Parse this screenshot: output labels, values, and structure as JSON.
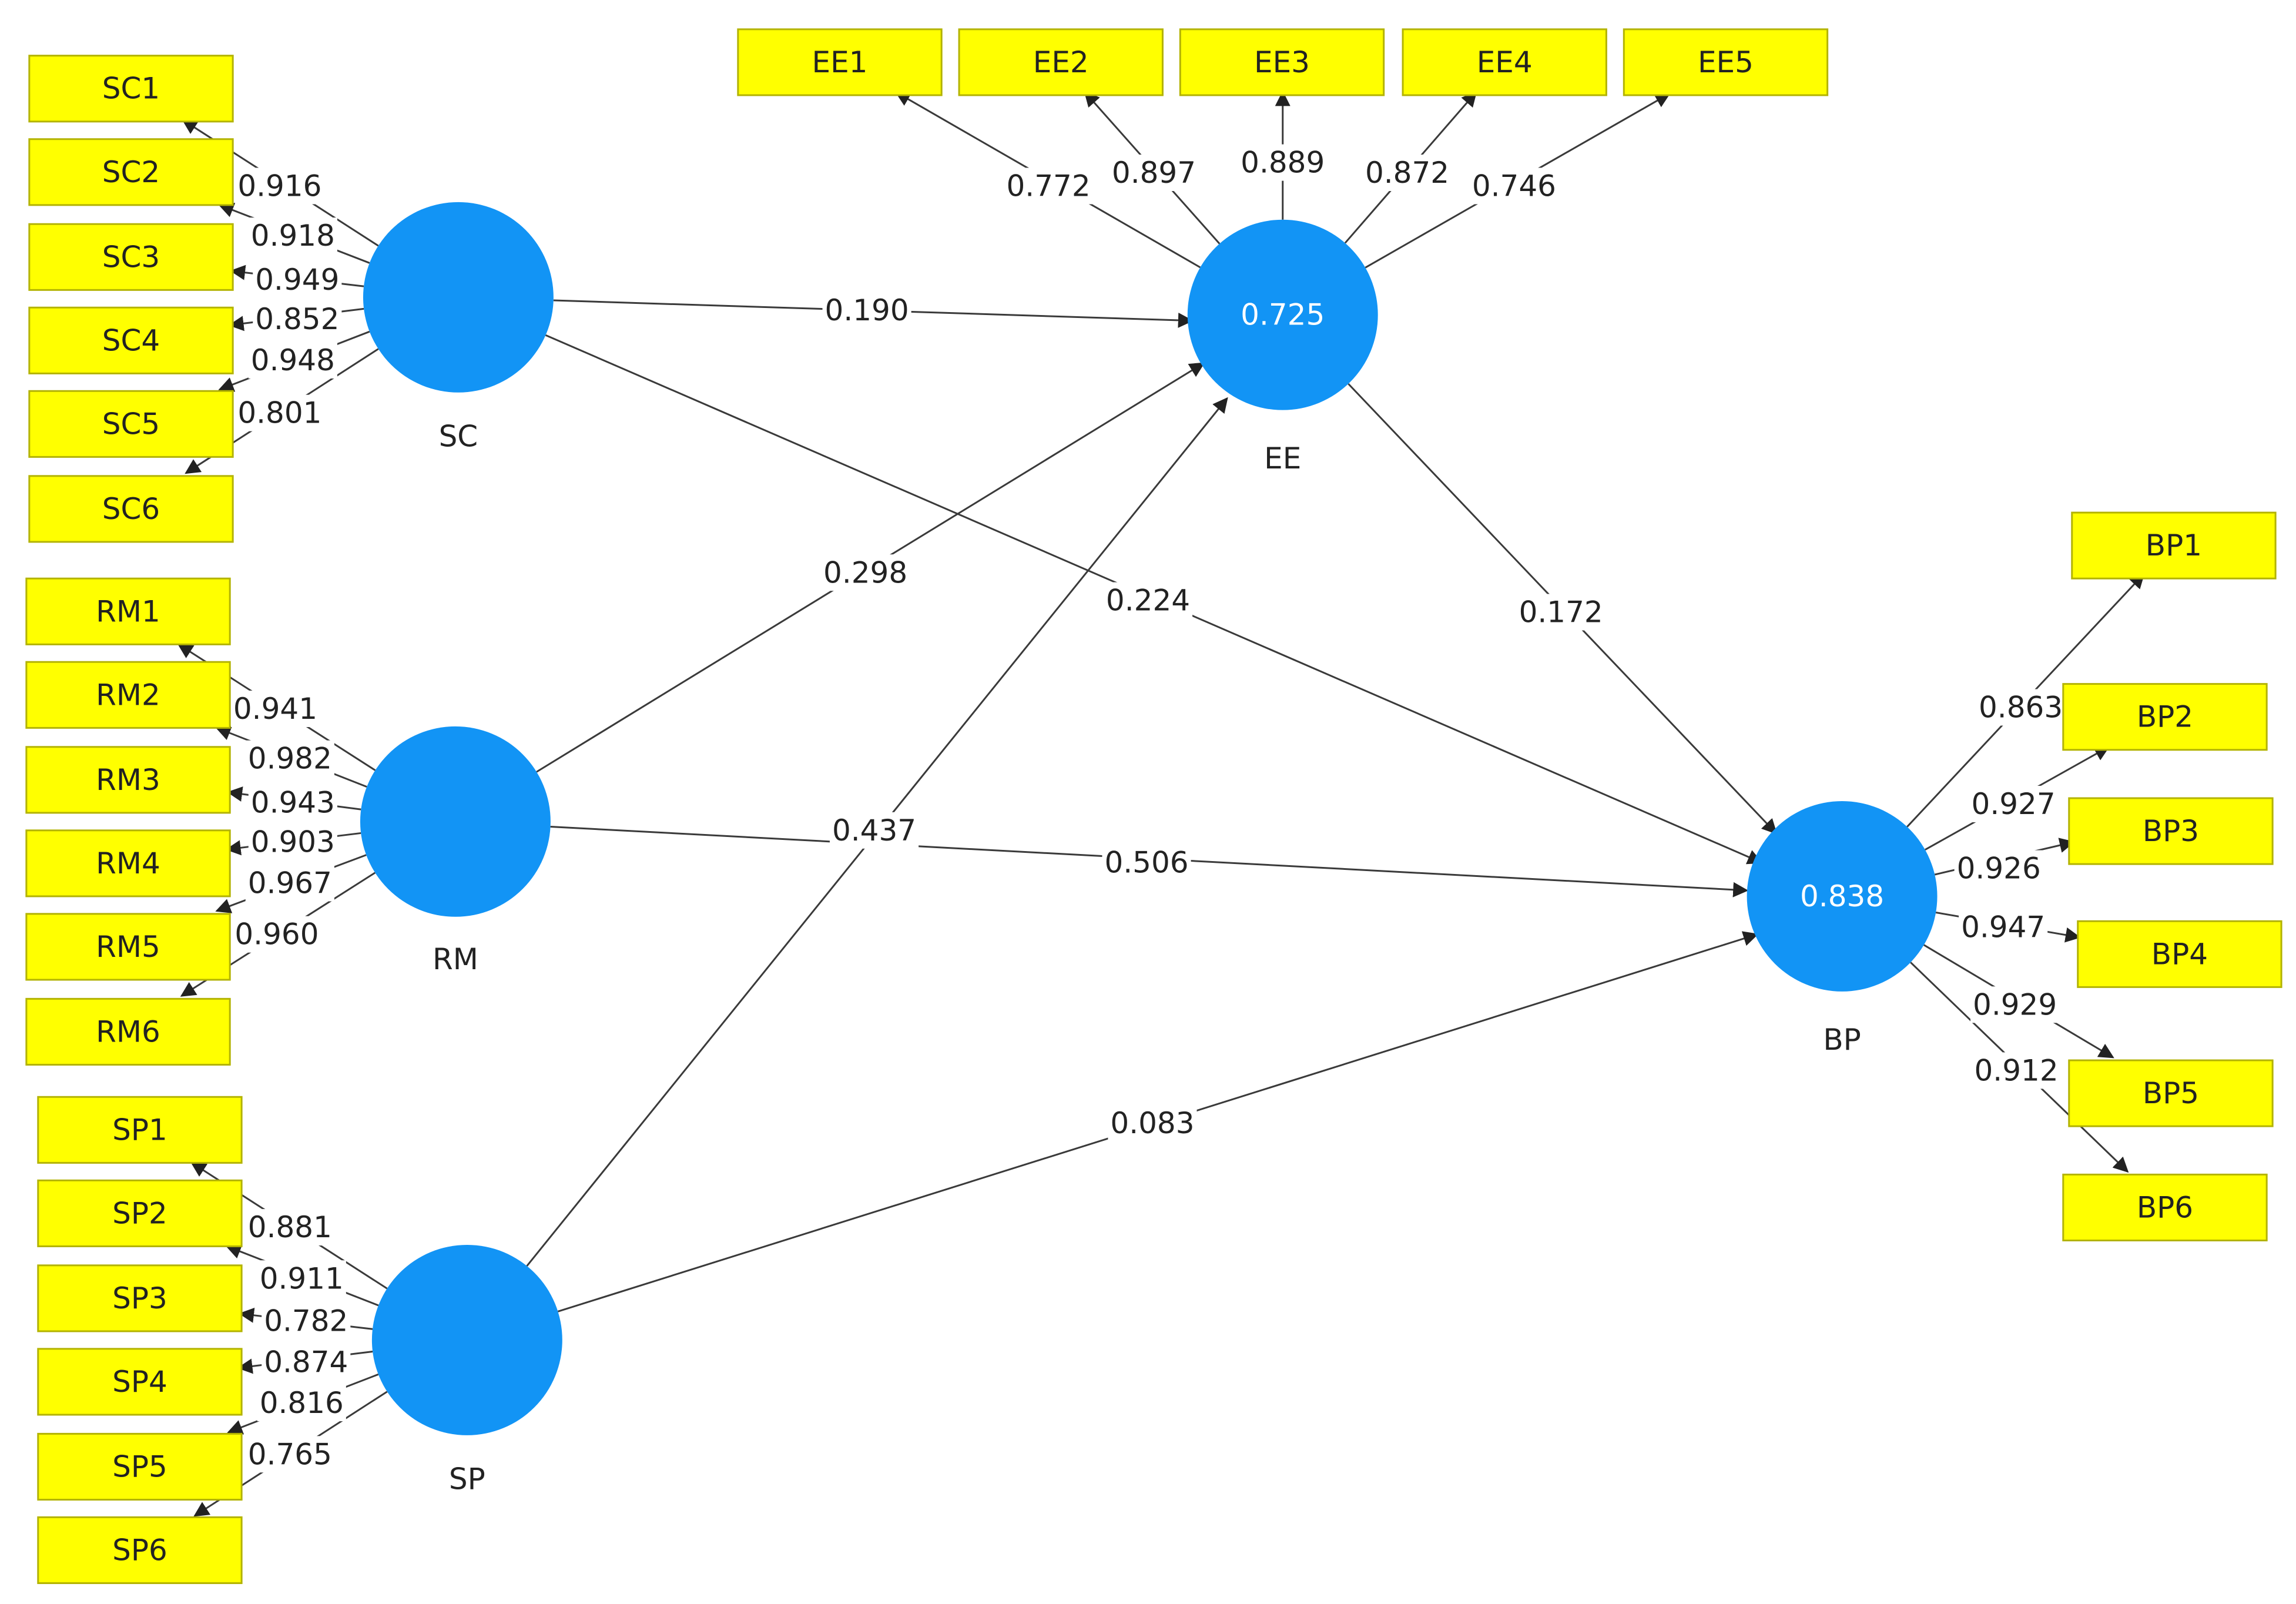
{
  "colors": {
    "latent_fill": "#1294f5",
    "indicator_fill": "#ffff00",
    "indicator_stroke": "#b3b300",
    "edge": "#3a3a3a",
    "text": "#222222",
    "r2_text": "#ffffff"
  },
  "latents": [
    {
      "id": "SC",
      "label": "SC",
      "r2": ""
    },
    {
      "id": "RM",
      "label": "RM",
      "r2": ""
    },
    {
      "id": "SP",
      "label": "SP",
      "r2": ""
    },
    {
      "id": "EE",
      "label": "EE",
      "r2": "0.725"
    },
    {
      "id": "BP",
      "label": "BP",
      "r2": "0.838"
    }
  ],
  "indicators": [
    {
      "id": "SC1",
      "label": "SC1"
    },
    {
      "id": "SC2",
      "label": "SC2"
    },
    {
      "id": "SC3",
      "label": "SC3"
    },
    {
      "id": "SC4",
      "label": "SC4"
    },
    {
      "id": "SC5",
      "label": "SC5"
    },
    {
      "id": "SC6",
      "label": "SC6"
    },
    {
      "id": "RM1",
      "label": "RM1"
    },
    {
      "id": "RM2",
      "label": "RM2"
    },
    {
      "id": "RM3",
      "label": "RM3"
    },
    {
      "id": "RM4",
      "label": "RM4"
    },
    {
      "id": "RM5",
      "label": "RM5"
    },
    {
      "id": "RM6",
      "label": "RM6"
    },
    {
      "id": "SP1",
      "label": "SP1"
    },
    {
      "id": "SP2",
      "label": "SP2"
    },
    {
      "id": "SP3",
      "label": "SP3"
    },
    {
      "id": "SP4",
      "label": "SP4"
    },
    {
      "id": "SP5",
      "label": "SP5"
    },
    {
      "id": "SP6",
      "label": "SP6"
    },
    {
      "id": "EE1",
      "label": "EE1"
    },
    {
      "id": "EE2",
      "label": "EE2"
    },
    {
      "id": "EE3",
      "label": "EE3"
    },
    {
      "id": "EE4",
      "label": "EE4"
    },
    {
      "id": "EE5",
      "label": "EE5"
    },
    {
      "id": "BP1",
      "label": "BP1"
    },
    {
      "id": "BP2",
      "label": "BP2"
    },
    {
      "id": "BP3",
      "label": "BP3"
    },
    {
      "id": "BP4",
      "label": "BP4"
    },
    {
      "id": "BP5",
      "label": "BP5"
    },
    {
      "id": "BP6",
      "label": "BP6"
    }
  ],
  "loadings": [
    {
      "from": "SC",
      "to": "SC1",
      "value": "0.916"
    },
    {
      "from": "SC",
      "to": "SC2",
      "value": "0.918"
    },
    {
      "from": "SC",
      "to": "SC3",
      "value": "0.949"
    },
    {
      "from": "SC",
      "to": "SC4",
      "value": "0.852"
    },
    {
      "from": "SC",
      "to": "SC5",
      "value": "0.948"
    },
    {
      "from": "SC",
      "to": "SC6",
      "value": "0.801"
    },
    {
      "from": "RM",
      "to": "RM1",
      "value": "0.941"
    },
    {
      "from": "RM",
      "to": "RM2",
      "value": "0.982"
    },
    {
      "from": "RM",
      "to": "RM3",
      "value": "0.943"
    },
    {
      "from": "RM",
      "to": "RM4",
      "value": "0.903"
    },
    {
      "from": "RM",
      "to": "RM5",
      "value": "0.967"
    },
    {
      "from": "RM",
      "to": "RM6",
      "value": "0.960"
    },
    {
      "from": "SP",
      "to": "SP1",
      "value": "0.881"
    },
    {
      "from": "SP",
      "to": "SP2",
      "value": "0.911"
    },
    {
      "from": "SP",
      "to": "SP3",
      "value": "0.782"
    },
    {
      "from": "SP",
      "to": "SP4",
      "value": "0.874"
    },
    {
      "from": "SP",
      "to": "SP5",
      "value": "0.816"
    },
    {
      "from": "SP",
      "to": "SP6",
      "value": "0.765"
    },
    {
      "from": "EE",
      "to": "EE1",
      "value": "0.772"
    },
    {
      "from": "EE",
      "to": "EE2",
      "value": "0.897"
    },
    {
      "from": "EE",
      "to": "EE3",
      "value": "0.889"
    },
    {
      "from": "EE",
      "to": "EE4",
      "value": "0.872"
    },
    {
      "from": "EE",
      "to": "EE5",
      "value": "0.746"
    },
    {
      "from": "BP",
      "to": "BP1",
      "value": "0.863"
    },
    {
      "from": "BP",
      "to": "BP2",
      "value": "0.927"
    },
    {
      "from": "BP",
      "to": "BP3",
      "value": "0.926"
    },
    {
      "from": "BP",
      "to": "BP4",
      "value": "0.947"
    },
    {
      "from": "BP",
      "to": "BP5",
      "value": "0.929"
    },
    {
      "from": "BP",
      "to": "BP6",
      "value": "0.912"
    }
  ],
  "paths": [
    {
      "from": "SC",
      "to": "EE",
      "value": "0.190"
    },
    {
      "from": "SC",
      "to": "BP",
      "value": "0.224"
    },
    {
      "from": "RM",
      "to": "EE",
      "value": "0.298"
    },
    {
      "from": "RM",
      "to": "BP",
      "value": "0.506"
    },
    {
      "from": "SP",
      "to": "EE",
      "value": "0.437"
    },
    {
      "from": "SP",
      "to": "BP",
      "value": "0.083"
    },
    {
      "from": "EE",
      "to": "BP",
      "value": "0.172"
    }
  ]
}
